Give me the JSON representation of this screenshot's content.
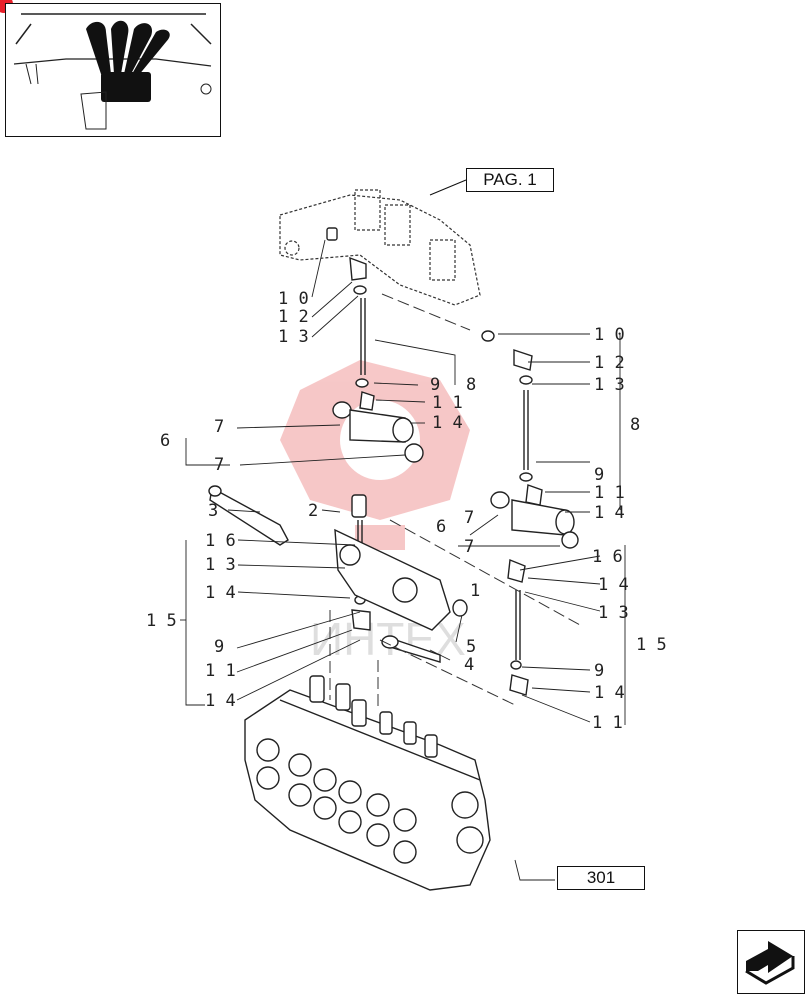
{
  "ref_top": "PAG. 1",
  "ref_bottom": "301",
  "watermark": "ИНТЕХ",
  "callouts": [
    {
      "id": "c10a",
      "text": "1 0"
    },
    {
      "id": "c12a",
      "text": "1 2"
    },
    {
      "id": "c13a",
      "text": "1 3"
    },
    {
      "id": "c10b",
      "text": "1 0"
    },
    {
      "id": "c12b",
      "text": "1 2"
    },
    {
      "id": "c13b",
      "text": "1 3"
    },
    {
      "id": "c8a",
      "text": "8"
    },
    {
      "id": "c8b",
      "text": "8"
    },
    {
      "id": "c9a",
      "text": "9"
    },
    {
      "id": "c11a",
      "text": "1 1"
    },
    {
      "id": "c14a",
      "text": "1 4"
    },
    {
      "id": "c7a",
      "text": "7"
    },
    {
      "id": "c6a",
      "text": "6"
    },
    {
      "id": "c7b",
      "text": "7"
    },
    {
      "id": "c9b",
      "text": "9"
    },
    {
      "id": "c11b",
      "text": "1 1"
    },
    {
      "id": "c14b",
      "text": "1 4"
    },
    {
      "id": "c3",
      "text": "3"
    },
    {
      "id": "c2",
      "text": "2"
    },
    {
      "id": "c16a",
      "text": "1 6"
    },
    {
      "id": "c7c",
      "text": "7"
    },
    {
      "id": "c6b",
      "text": "6"
    },
    {
      "id": "c7d",
      "text": "7"
    },
    {
      "id": "c16b",
      "text": "1 6"
    },
    {
      "id": "c13c",
      "text": "1 3"
    },
    {
      "id": "c14c",
      "text": "1 4"
    },
    {
      "id": "c14d",
      "text": "1 4"
    },
    {
      "id": "c13d",
      "text": "1 3"
    },
    {
      "id": "c1",
      "text": "1"
    },
    {
      "id": "c15a",
      "text": "1 5"
    },
    {
      "id": "c15b",
      "text": "1 5"
    },
    {
      "id": "c9c",
      "text": "9"
    },
    {
      "id": "c5",
      "text": "5"
    },
    {
      "id": "c4",
      "text": "4"
    },
    {
      "id": "c11c",
      "text": "1 1"
    },
    {
      "id": "c9d",
      "text": "9"
    },
    {
      "id": "c14e",
      "text": "1 4"
    },
    {
      "id": "c14f",
      "text": "1 4"
    },
    {
      "id": "c11d",
      "text": "1 1"
    }
  ],
  "colors": {
    "line": "#1a1a1a",
    "watermark": "#e23b3b",
    "corner_marker": "#e8202a"
  }
}
